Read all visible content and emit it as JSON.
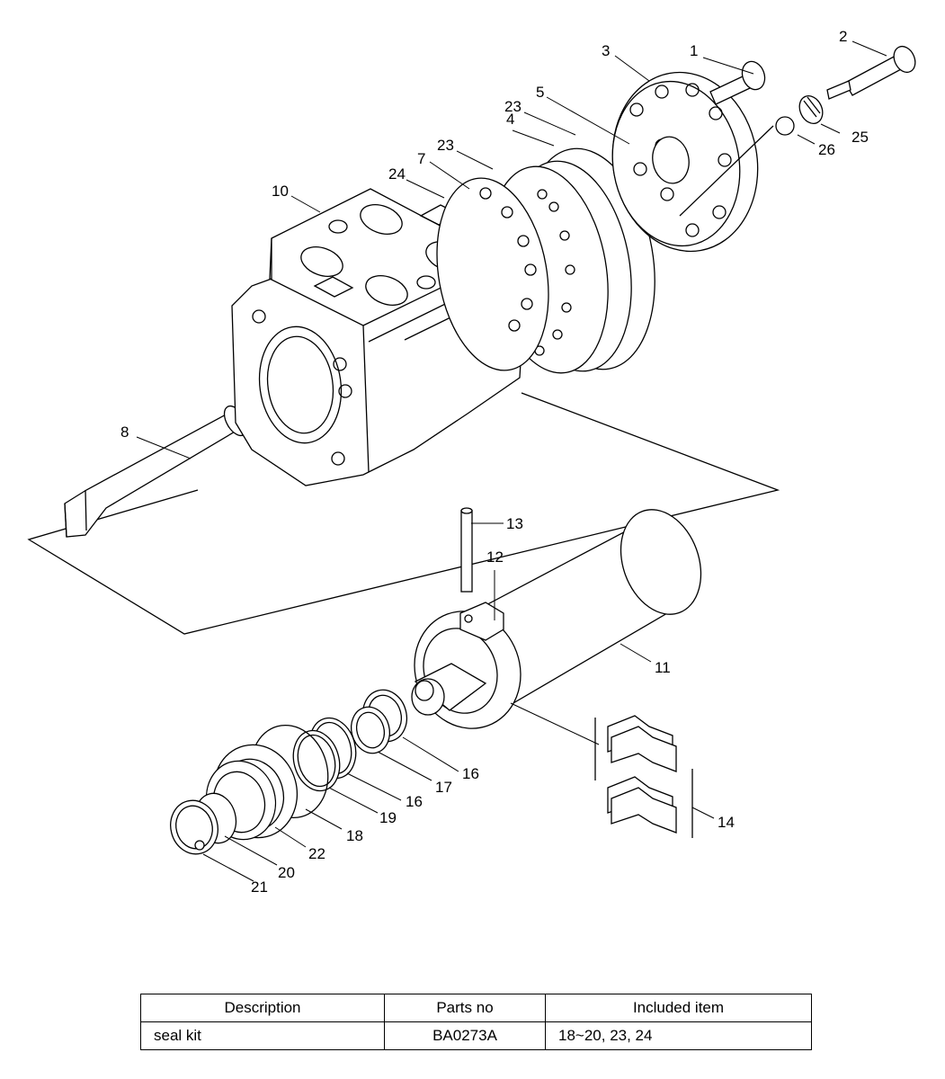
{
  "callouts": {
    "c1": "1",
    "c2": "2",
    "c3": "3",
    "c4": "4",
    "c5": "5",
    "c7": "7",
    "c8": "8",
    "c10": "10",
    "c11": "11",
    "c12": "12",
    "c13": "13",
    "c14": "14",
    "c16a": "16",
    "c16b": "16",
    "c17": "17",
    "c18": "18",
    "c19": "19",
    "c20": "20",
    "c21": "21",
    "c22": "22",
    "c23a": "23",
    "c23b": "23",
    "c24": "24",
    "c25": "25",
    "c26": "26"
  },
  "table": {
    "headers": [
      "Description",
      "Parts no",
      "Included item"
    ],
    "rows": [
      [
        "seal kit",
        "BA0273A",
        "18~20, 23, 24"
      ]
    ]
  }
}
